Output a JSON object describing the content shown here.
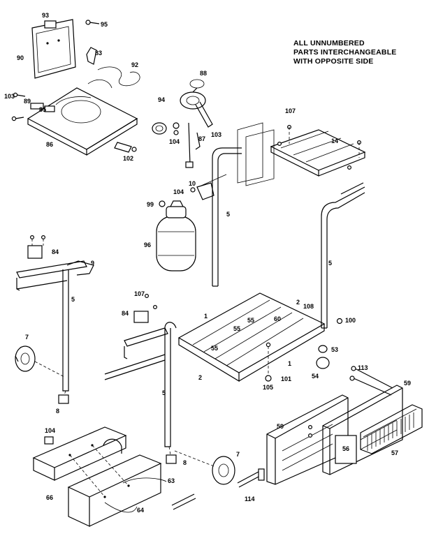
{
  "note": {
    "line1": "ALL UNNUMBERED",
    "line2": "PARTS INTERCHANGEABLE",
    "line3": "WITH OPPOSITE SIDE"
  },
  "callouts": [
    {
      "id": "c93",
      "text": "93"
    },
    {
      "id": "c95",
      "text": "95"
    },
    {
      "id": "c90",
      "text": "90"
    },
    {
      "id": "c83",
      "text": "83"
    },
    {
      "id": "c92",
      "text": "92"
    },
    {
      "id": "c103a",
      "text": "103"
    },
    {
      "id": "c89",
      "text": "89"
    },
    {
      "id": "c85",
      "text": "85"
    },
    {
      "id": "c86",
      "text": "86"
    },
    {
      "id": "c102",
      "text": "102"
    },
    {
      "id": "c88",
      "text": "88"
    },
    {
      "id": "c94",
      "text": "94"
    },
    {
      "id": "c104a",
      "text": "104"
    },
    {
      "id": "c87",
      "text": "87"
    },
    {
      "id": "c103b",
      "text": "103"
    },
    {
      "id": "c107a",
      "text": "107"
    },
    {
      "id": "c14",
      "text": "14"
    },
    {
      "id": "c10",
      "text": "10"
    },
    {
      "id": "c104b",
      "text": "104"
    },
    {
      "id": "c99",
      "text": "99"
    },
    {
      "id": "c5a",
      "text": "5"
    },
    {
      "id": "c96",
      "text": "96"
    },
    {
      "id": "c84a",
      "text": "84"
    },
    {
      "id": "c9",
      "text": "9"
    },
    {
      "id": "c5b",
      "text": "5"
    },
    {
      "id": "c107b",
      "text": "107"
    },
    {
      "id": "c84b",
      "text": "84"
    },
    {
      "id": "c5c",
      "text": "5"
    },
    {
      "id": "c2a",
      "text": "2"
    },
    {
      "id": "c108",
      "text": "108"
    },
    {
      "id": "c1a",
      "text": "1"
    },
    {
      "id": "c55a",
      "text": "55"
    },
    {
      "id": "c60",
      "text": "60"
    },
    {
      "id": "c55b",
      "text": "55"
    },
    {
      "id": "c55c",
      "text": "55"
    },
    {
      "id": "c100",
      "text": "100"
    },
    {
      "id": "c7a",
      "text": "7"
    },
    {
      "id": "c53",
      "text": "53"
    },
    {
      "id": "c1b",
      "text": "1"
    },
    {
      "id": "c101",
      "text": "101"
    },
    {
      "id": "c54",
      "text": "54"
    },
    {
      "id": "c2b",
      "text": "2"
    },
    {
      "id": "c105",
      "text": "105"
    },
    {
      "id": "c113",
      "text": "113"
    },
    {
      "id": "c8a",
      "text": "8"
    },
    {
      "id": "c5d",
      "text": "5"
    },
    {
      "id": "c59a",
      "text": "59"
    },
    {
      "id": "c59b",
      "text": "59"
    },
    {
      "id": "c104c",
      "text": "104"
    },
    {
      "id": "c8b",
      "text": "8"
    },
    {
      "id": "c7b",
      "text": "7"
    },
    {
      "id": "c56",
      "text": "56"
    },
    {
      "id": "c57",
      "text": "57"
    },
    {
      "id": "c63",
      "text": "63"
    },
    {
      "id": "c66",
      "text": "66"
    },
    {
      "id": "c114",
      "text": "114"
    },
    {
      "id": "c64",
      "text": "64"
    }
  ]
}
